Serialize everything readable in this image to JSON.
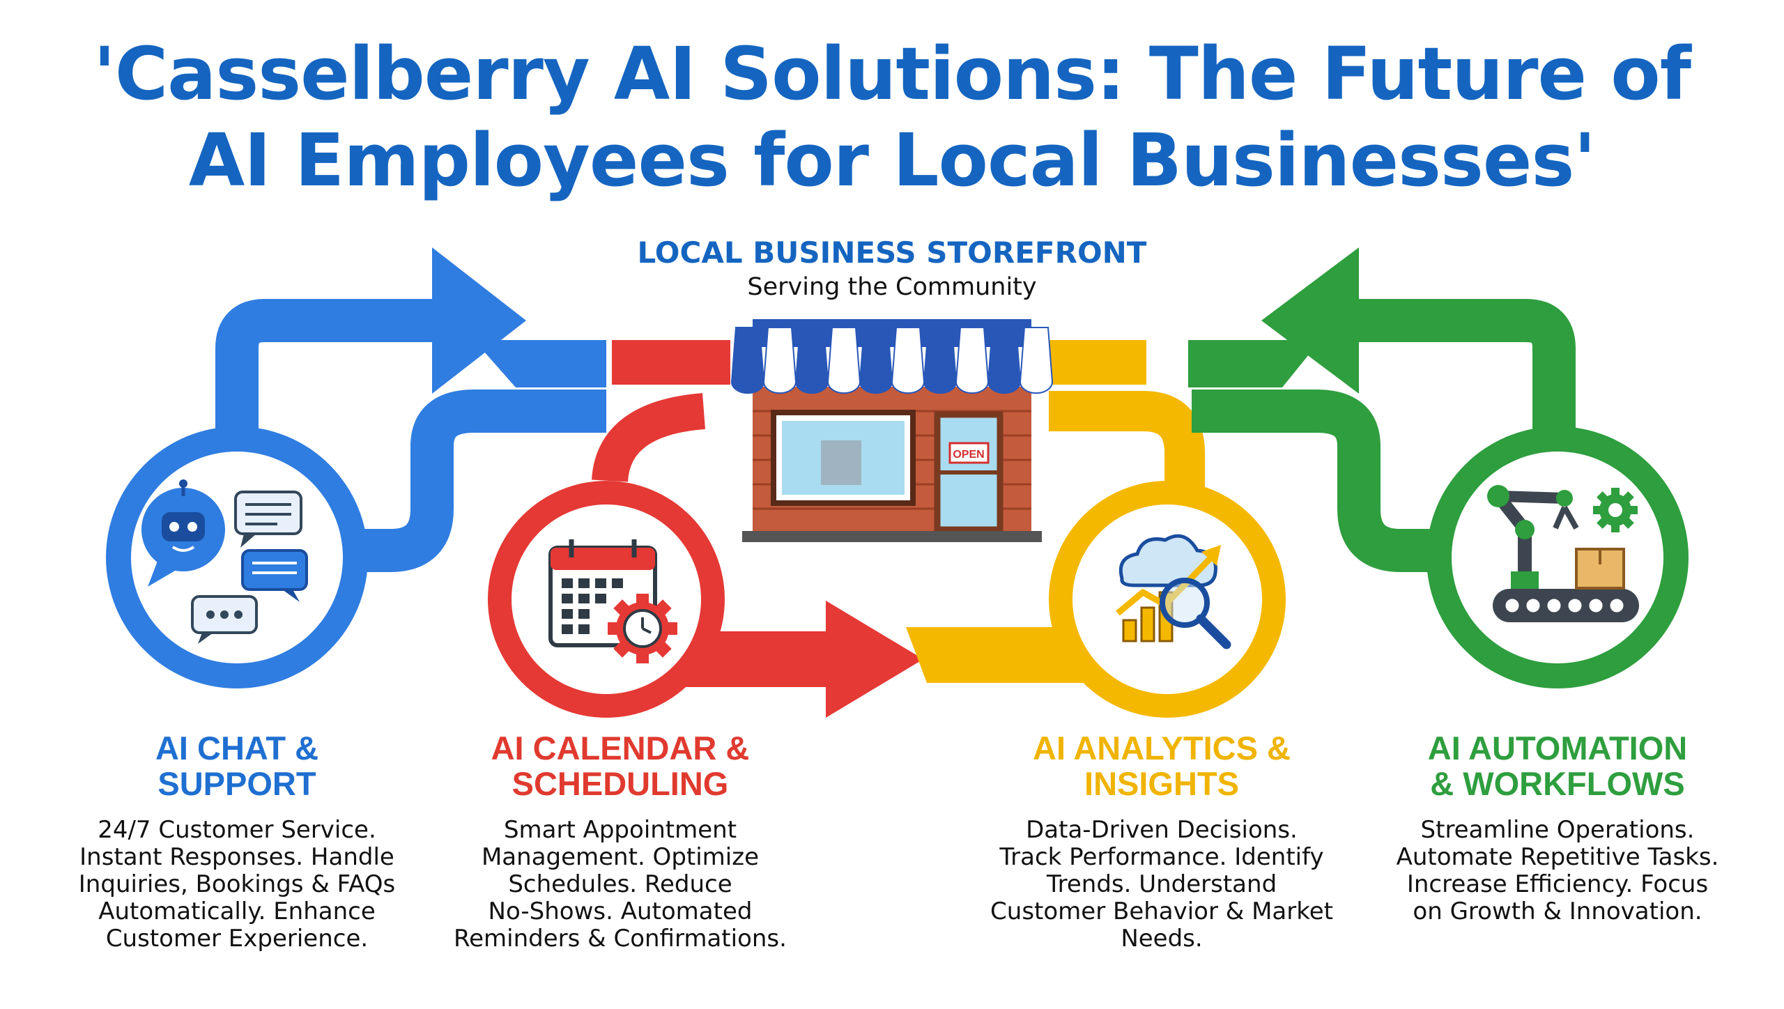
{
  "title": {
    "line1": "'Casselberry AI Solutions: The Future of",
    "line2": "AI Employees for Local Businesses'"
  },
  "storefront": {
    "heading": "LOCAL BUSINESS STOREFRONT",
    "subheading": "Serving the Community",
    "sign_text": "OPEN"
  },
  "colors": {
    "blue": "#2f7de1",
    "red": "#e53935",
    "yellow": "#f5b800",
    "green": "#2e9e3e",
    "title_blue": "#1565c0"
  },
  "pillars": [
    {
      "icon": "chatbot-icon",
      "heading_lines": [
        "AI CHAT &",
        "SUPPORT"
      ],
      "description_lines": [
        "24/7 Customer Service.",
        "Instant Responses. Handle",
        "Inquiries, Bookings & FAQs",
        "Automatically. Enhance",
        "Customer Experience."
      ]
    },
    {
      "icon": "calendar-gear-icon",
      "heading_lines": [
        "AI CALENDAR &",
        "SCHEDULING"
      ],
      "description_lines": [
        "Smart Appointment",
        "Management. Optimize",
        "Schedules. Reduce",
        "No-Shows. Automated",
        "Reminders & Confirmations."
      ]
    },
    {
      "icon": "analytics-icon",
      "heading_lines": [
        "AI ANALYTICS &",
        "INSIGHTS"
      ],
      "description_lines": [
        "Data-Driven Decisions.",
        "Track Performance. Identify",
        "Trends. Understand",
        "Customer Behavior & Market",
        "Needs."
      ]
    },
    {
      "icon": "robot-arm-icon",
      "heading_lines": [
        "AI AUTOMATION",
        "& WORKFLOWS"
      ],
      "description_lines": [
        "Streamline Operations.",
        "Automate Repetitive Tasks.",
        "Increase Efficiency. Focus",
        "on Growth & Innovation."
      ]
    }
  ]
}
